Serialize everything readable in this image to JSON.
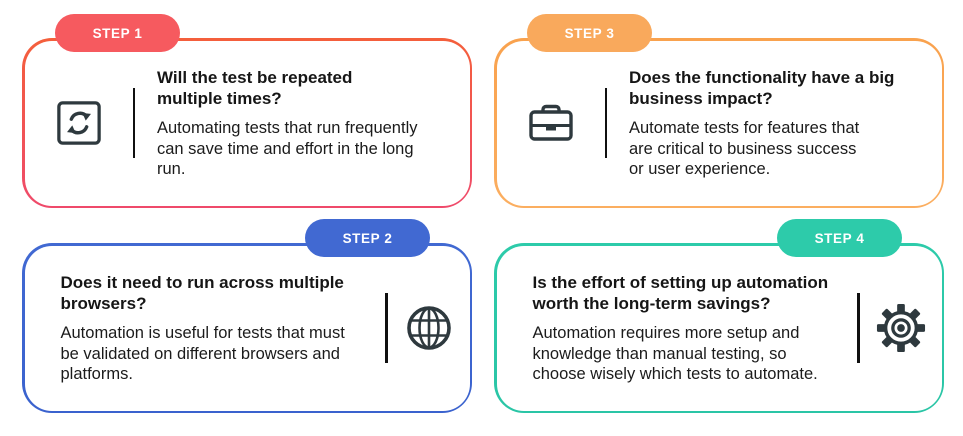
{
  "page": {
    "background": "#ffffff",
    "text_color": "#161616",
    "divider_color": "#101010",
    "icon_color": "#2E393E"
  },
  "cards": [
    {
      "badge": "STEP 1",
      "title": "Will the test be repeated\nmultiple times?",
      "body": "Automating tests that run frequently\ncan save time and effort in the long\nrun.",
      "icon": "repeat-icon",
      "icon_side": "left",
      "badge_side": "left",
      "badge_color": "#F65A5F",
      "border_top": "#F45F3B",
      "border_bottom": "#EF4A6B"
    },
    {
      "badge": "STEP 2",
      "title": "Does it need to run across multiple\nbrowsers?",
      "body": "Automation is useful for tests that must\nbe validated on different browsers and\nplatforms.",
      "icon": "globe-icon",
      "icon_side": "right",
      "badge_side": "right",
      "badge_color": "#4169D2",
      "border_top": "#4169D2",
      "border_bottom": "#3A62CE"
    },
    {
      "badge": "STEP 3",
      "title": "Does the functionality have a big\nbusiness impact?",
      "body": "Automate tests for features that\nare critical to business success\nor user experience.",
      "icon": "briefcase-icon",
      "icon_side": "left",
      "badge_side": "left",
      "badge_color": "#F9A95C",
      "border_top": "#F9A24E",
      "border_bottom": "#FBAE60"
    },
    {
      "badge": "STEP 4",
      "title": "Is the effort of setting up automation\nworth the long-term savings?",
      "body": "Automation requires more setup and\nknowledge than manual testing, so\nchoose wisely which tests to automate.",
      "icon": "gear-icon",
      "icon_side": "right",
      "badge_side": "right",
      "badge_color": "#2DCBAA",
      "border_top": "#2DCBAA",
      "border_bottom": "#2AC5A6"
    }
  ]
}
